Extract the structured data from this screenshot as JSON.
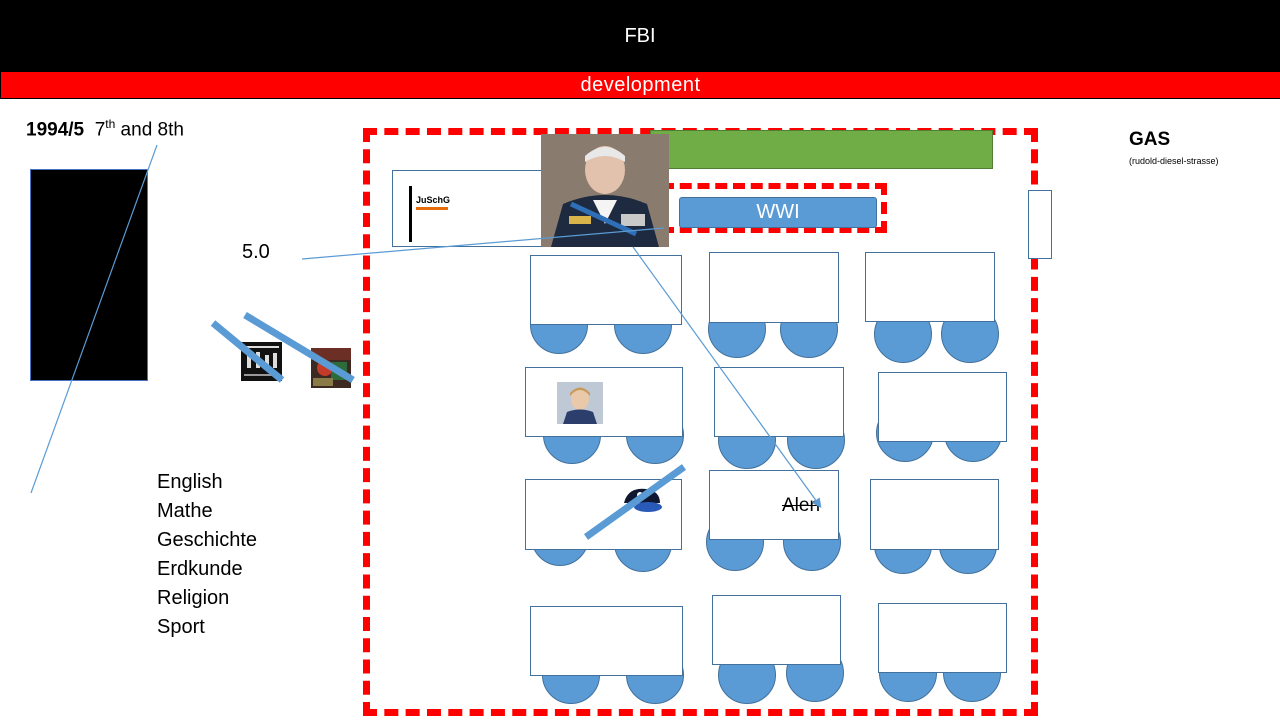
{
  "header": {
    "title": "FBI",
    "subtitle": "development"
  },
  "left": {
    "year": "1994/5",
    "grades": {
      "a": "7",
      "a_sup": "th",
      "and": " and 8th"
    },
    "score": "5.0",
    "subjects": [
      "English",
      "Mathe",
      "Geschichte",
      "Erdkunde",
      "Religion",
      "Sport"
    ]
  },
  "right": {
    "gas_label": "GAS",
    "gas_address": "(rudold-diesel-strasse)"
  },
  "room": {
    "wwi_label": "WWI",
    "document_title": "JuSchG",
    "struck_name": "Alen"
  },
  "colors": {
    "accent_red": "#ff0000",
    "chair_blue": "#5b9bd5",
    "green": "#70ad47"
  }
}
